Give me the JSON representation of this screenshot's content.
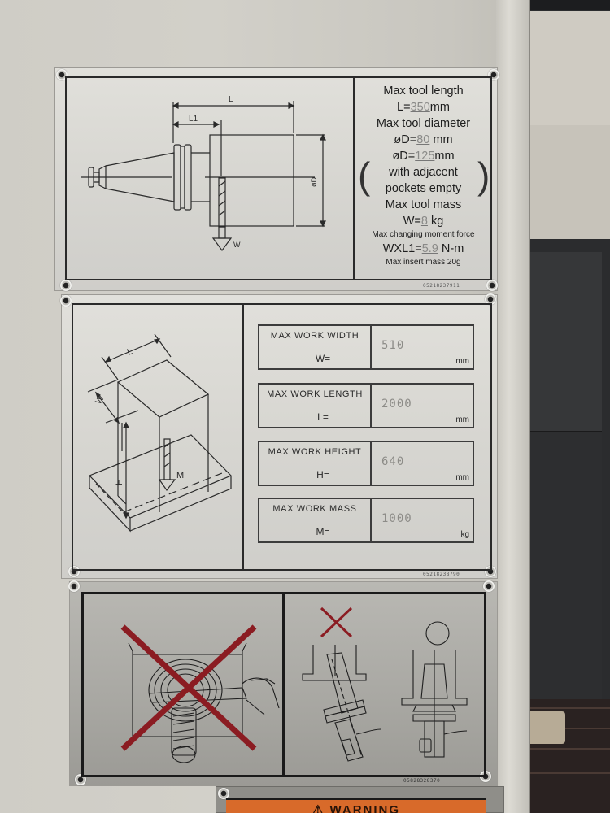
{
  "scene": {
    "description": "Photo of machine specification plates mounted on a machine tool cabinet",
    "colors": {
      "plate": "#d7d6d1",
      "ink": "#2a2a2a",
      "value_ink": "#8d8c88",
      "prohibit_red": "#8b1c22",
      "warning_orange": "#d86a2a"
    }
  },
  "tool_plate": {
    "diagram_labels": {
      "length": "L",
      "length_1": "L1",
      "diameter": "øD",
      "weight": "W"
    },
    "specs": {
      "max_tool_length_title": "Max tool length",
      "max_tool_length_prefix": "L=",
      "max_tool_length_value": "350",
      "max_tool_length_unit": "mm",
      "max_tool_diameter_title": "Max tool diameter",
      "max_tool_diameter_prefix": "øD=",
      "max_tool_diameter_value": "80",
      "max_tool_diameter_unit": "mm",
      "max_tool_diameter_adj_prefix": "øD=",
      "max_tool_diameter_adj_value": "125",
      "max_tool_diameter_adj_unit": "mm",
      "adjacent_note_1": "with adjacent",
      "adjacent_note_2": "pockets empty",
      "max_tool_mass_title": "Max tool mass",
      "max_tool_mass_prefix": "W=",
      "max_tool_mass_value": "8",
      "max_tool_mass_unit": "kg",
      "moment_title": "Max changing moment force",
      "moment_prefix": "WXL1=",
      "moment_value": "5.9",
      "moment_unit": "N-m",
      "insert_mass": "Max insert mass 20g"
    },
    "serial": "05218237911"
  },
  "work_plate": {
    "diagram_labels": {
      "length": "L",
      "width": "W",
      "height": "H",
      "mass": "M"
    },
    "specs": [
      {
        "title": "MAX WORK WIDTH",
        "symbol": "W=",
        "value": "510",
        "unit": "mm"
      },
      {
        "title": "MAX WORK LENGTH",
        "symbol": "L=",
        "value": "2000",
        "unit": "mm"
      },
      {
        "title": "MAX WORK HEIGHT",
        "symbol": "H=",
        "value": "640",
        "unit": "mm"
      },
      {
        "title": "MAX WORK MASS",
        "symbol": "M=",
        "value": "1000",
        "unit": "kg"
      }
    ],
    "serial": "05218238790"
  },
  "caution_plate": {
    "left_pictogram": "prohibited-manual-tool-clamping",
    "right_pictogram_wrong": "tool-inserted-tilted-prohibited",
    "right_pictogram_right": "tool-inserted-straight-ok",
    "serial": "05828328370"
  },
  "warning_plate": {
    "label": "⚠ WARNING"
  }
}
